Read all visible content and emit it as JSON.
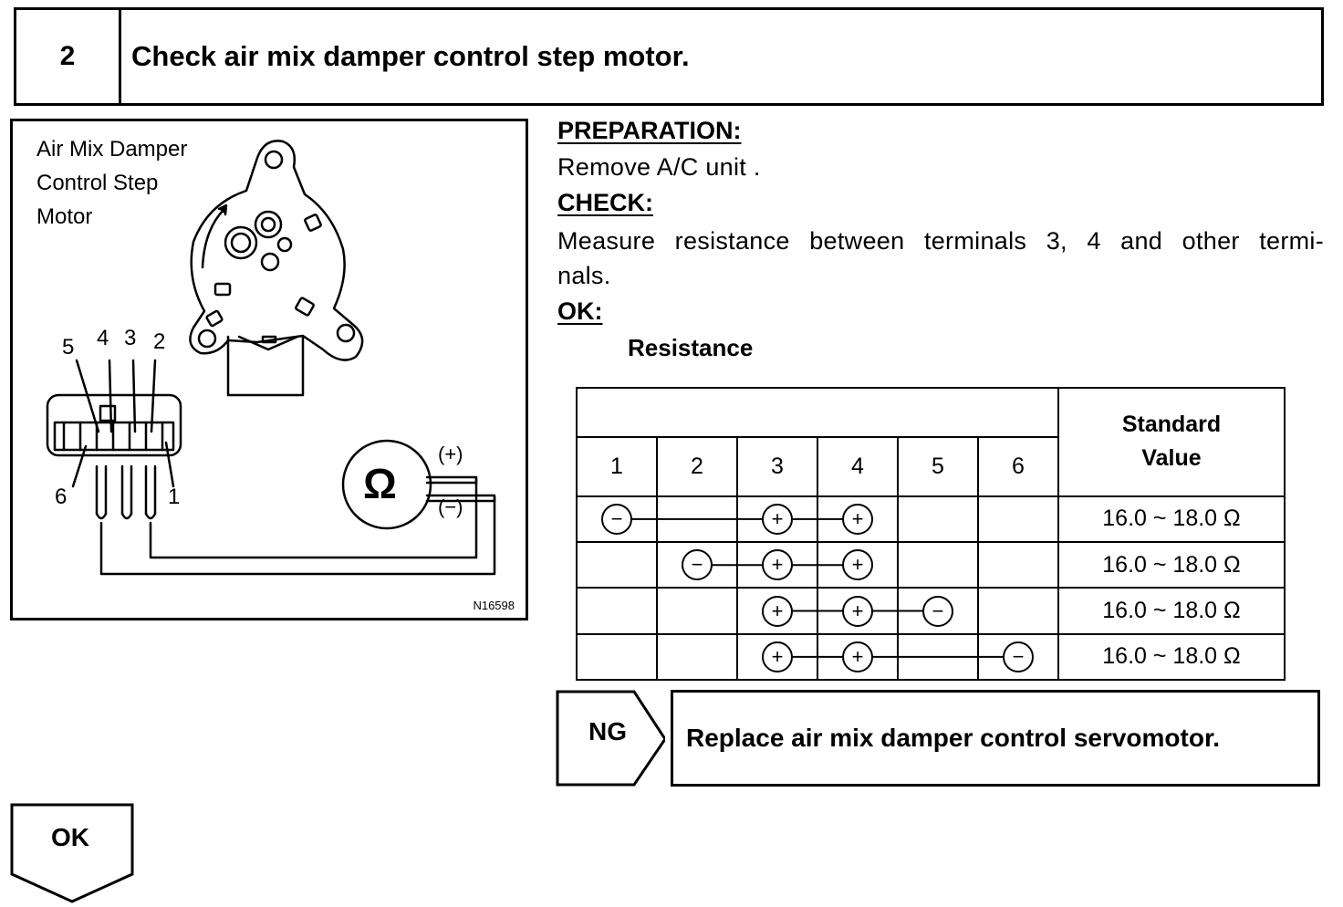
{
  "step": {
    "number": "2",
    "title": "Check air mix damper control step motor."
  },
  "figure": {
    "label_lines": [
      "Air Mix Damper",
      "Control Step",
      "Motor"
    ],
    "terminal_labels": {
      "t1": "1",
      "t2": "2",
      "t3": "3",
      "t4": "4",
      "t5": "5",
      "t6": "6"
    },
    "meter_symbol": "Ω",
    "probe_positive": "(+)",
    "probe_negative": "(−)",
    "code": "N16598",
    "icons": [
      "step-motor-illustration",
      "connector-icon",
      "ohmmeter-icon"
    ]
  },
  "preparation": {
    "heading": "PREPARATION:",
    "text": "Remove A/C unit ."
  },
  "check": {
    "heading": "CHECK:",
    "text_line1": "Measure resistance between terminals 3, 4 and other termi-",
    "text_line2": "nals."
  },
  "ok_section": {
    "heading": "OK:",
    "subheading": "Resistance"
  },
  "table": {
    "columns": [
      "1",
      "2",
      "3",
      "4",
      "5",
      "6"
    ],
    "standard_header_line1": "Standard",
    "standard_header_line2": "Value",
    "rows": [
      {
        "cells": [
          "−",
          "",
          "+",
          "+",
          "",
          ""
        ],
        "value": "16.0 ~ 18.0 Ω"
      },
      {
        "cells": [
          "",
          "−",
          "+",
          "+",
          "",
          ""
        ],
        "value": "16.0 ~ 18.0 Ω"
      },
      {
        "cells": [
          "",
          "",
          "+",
          "+",
          "−",
          ""
        ],
        "value": "16.0 ~ 18.0 Ω"
      },
      {
        "cells": [
          "",
          "",
          "+",
          "+",
          "",
          "−"
        ],
        "value": "16.0 ~ 18.0 Ω"
      }
    ]
  },
  "ng": {
    "label": "NG",
    "action": "Replace air mix damper control servomotor."
  },
  "ok": {
    "label": "OK"
  }
}
